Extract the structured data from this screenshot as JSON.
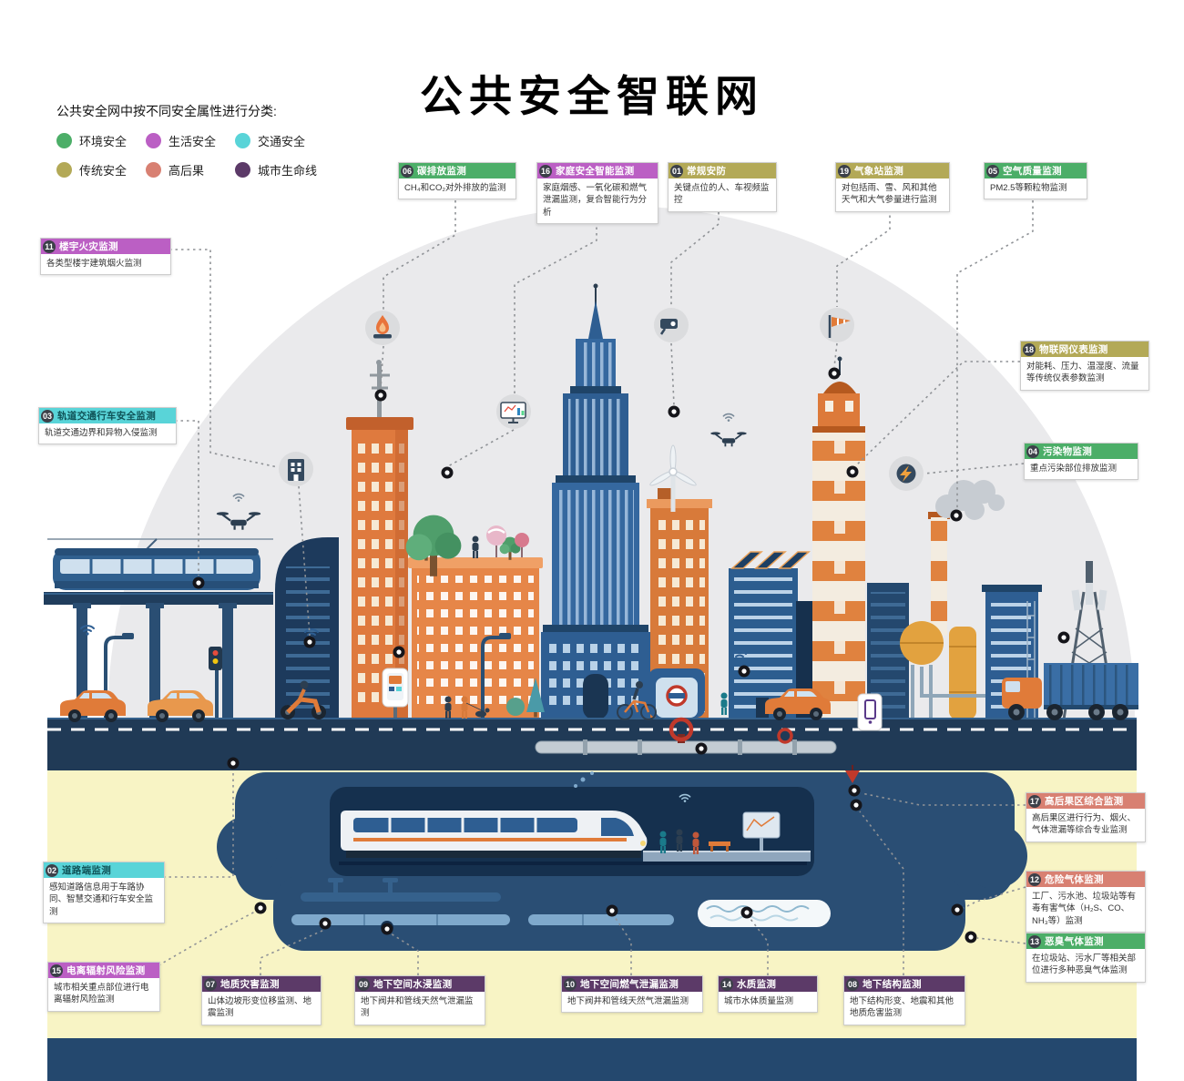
{
  "page": {
    "title": "公共安全智联网",
    "legend_intro": "公共安全网中按不同安全属性进行分类:"
  },
  "legend": {
    "items": [
      {
        "label": "环境安全",
        "color": "#4cae68"
      },
      {
        "label": "生活安全",
        "color": "#bb5fc4"
      },
      {
        "label": "交通安全",
        "color": "#59d4d8"
      },
      {
        "label": "传统安全",
        "color": "#b3a957"
      },
      {
        "label": "高后果",
        "color": "#d88072"
      },
      {
        "label": "城市生命线",
        "color": "#5c3a68"
      }
    ]
  },
  "palette": {
    "dome": "#eaeaec",
    "road": "#203a56",
    "soil": "#f8f4c5",
    "underground": "#2a4e74",
    "building_blue": "#2e5e92",
    "building_orange": "#e07b39"
  },
  "scene_icons": [
    "flame-icon",
    "screen-icon",
    "cctv-camera-icon",
    "windsock-icon",
    "building-icon",
    "power-icon",
    "wifi-icon",
    "drone-icon",
    "valve-icon",
    "sensor-dot-icon"
  ],
  "callouts": [
    {
      "num": "06",
      "title": "碳排放监测",
      "desc": "CH₄和CO₂对外排放的监测",
      "category": "环境安全",
      "color": "#4cae68",
      "title_color": "#ffffff"
    },
    {
      "num": "16",
      "title": "家庭安全智能监测",
      "desc": "家庭烟感、一氧化碳和燃气泄漏监测，复合智能行为分析",
      "category": "生活安全",
      "color": "#bb5fc4",
      "title_color": "#ffffff"
    },
    {
      "num": "01",
      "title": "常规安防",
      "desc": "关键点位的人、车视频监控",
      "category": "传统安全",
      "color": "#b3a957",
      "title_color": "#ffffff"
    },
    {
      "num": "19",
      "title": "气象站监测",
      "desc": "对包括雨、雪、风和其他天气和大气参量进行监测",
      "category": "传统安全",
      "color": "#b3a957",
      "title_color": "#ffffff"
    },
    {
      "num": "05",
      "title": "空气质量监测",
      "desc": "PM2.5等颗粒物监测",
      "category": "环境安全",
      "color": "#4cae68",
      "title_color": "#ffffff"
    },
    {
      "num": "11",
      "title": "楼宇火灾监测",
      "desc": "各类型楼宇建筑烟火监测",
      "category": "生活安全",
      "color": "#bb5fc4",
      "title_color": "#ffffff"
    },
    {
      "num": "03",
      "title": "轨道交通行车安全监测",
      "desc": "轨道交通边界和异物入侵监测",
      "category": "交通安全",
      "color": "#59d4d8",
      "title_color": "#0f5257"
    },
    {
      "num": "18",
      "title": "物联网仪表监测",
      "desc": "对能耗、压力、温湿度、流量等传统仪表参数监测",
      "category": "传统安全",
      "color": "#b3a957",
      "title_color": "#ffffff"
    },
    {
      "num": "04",
      "title": "污染物监测",
      "desc": "重点污染部位排放监测",
      "category": "环境安全",
      "color": "#4cae68",
      "title_color": "#ffffff"
    },
    {
      "num": "17",
      "title": "高后果区综合监测",
      "desc": "高后果区进行行为、烟火、气体泄漏等综合专业监测",
      "category": "高后果",
      "color": "#d88072",
      "title_color": "#ffffff"
    },
    {
      "num": "12",
      "title": "危险气体监测",
      "desc": "工厂、污水池、垃圾站等有毒有害气体（H₂S、CO、NH₃等）监测",
      "category": "高后果",
      "color": "#d88072",
      "title_color": "#ffffff"
    },
    {
      "num": "13",
      "title": "恶臭气体监测",
      "desc": "在垃圾站、污水厂等相关部位进行多种恶臭气体监测",
      "category": "环境安全",
      "color": "#4cae68",
      "title_color": "#ffffff"
    },
    {
      "num": "02",
      "title": "道路端监测",
      "desc": "感知道路信息用于车路协同、智慧交通和行车安全监测",
      "category": "交通安全",
      "color": "#59d4d8",
      "title_color": "#0f5257"
    },
    {
      "num": "15",
      "title": "电离辐射风险监测",
      "desc": "城市相关重点部位进行电离辐射风险监测",
      "category": "生活安全",
      "color": "#bb5fc4",
      "title_color": "#ffffff"
    },
    {
      "num": "07",
      "title": "地质灾害监测",
      "desc": "山体边坡形变位移监测、地震监测",
      "category": "城市生命线",
      "color": "#5c3a68",
      "title_color": "#ffffff"
    },
    {
      "num": "09",
      "title": "地下空间水浸监测",
      "desc": "地下阀井和管线天然气泄漏监测",
      "category": "城市生命线",
      "color": "#5c3a68",
      "title_color": "#ffffff"
    },
    {
      "num": "10",
      "title": "地下空间燃气泄漏监测",
      "desc": "地下阀井和管线天然气泄漏监测",
      "category": "城市生命线",
      "color": "#5c3a68",
      "title_color": "#ffffff"
    },
    {
      "num": "14",
      "title": "水质监测",
      "desc": "城市水体质量监测",
      "category": "城市生命线",
      "color": "#5c3a68",
      "title_color": "#ffffff"
    },
    {
      "num": "08",
      "title": "地下结构监测",
      "desc": "地下结构形变、地震和其他地质危害监测",
      "category": "城市生命线",
      "color": "#5c3a68",
      "title_color": "#ffffff"
    }
  ]
}
